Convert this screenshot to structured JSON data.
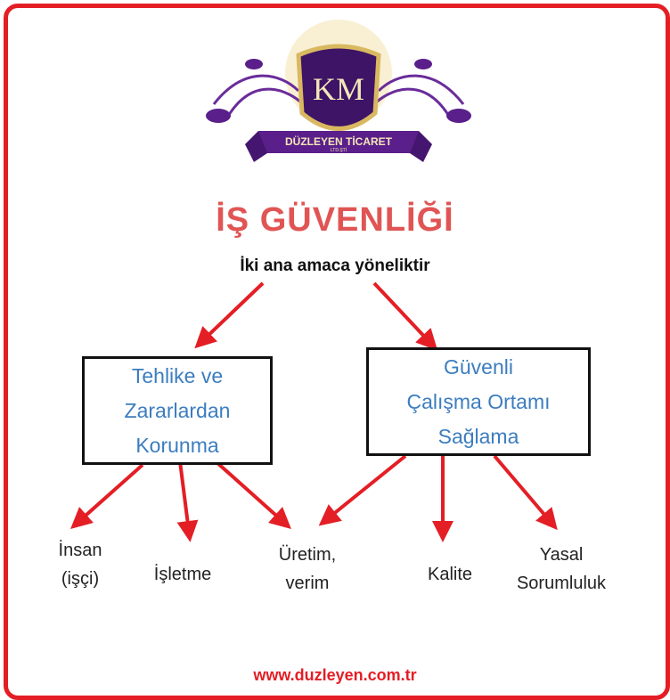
{
  "logo": {
    "monogram": "KM",
    "company": "DÜZLEYEN TİCARET",
    "suffix": "LTD.ŞTİ"
  },
  "title": "İŞ GÜVENLİĞİ",
  "subtitle": "İki ana amaca yöneliktir",
  "goals": [
    {
      "lines": [
        "Tehlike ve",
        "Zararlardan",
        "Korunma"
      ]
    },
    {
      "lines": [
        "Güvenli",
        "Çalışma Ortamı",
        "Sağlama"
      ]
    }
  ],
  "outcomes": [
    {
      "lines": [
        "İnsan",
        "(işçi)"
      ]
    },
    {
      "lines": [
        "İşletme"
      ]
    },
    {
      "lines": [
        "Üretim,",
        "verim"
      ]
    },
    {
      "lines": [
        "Kalite"
      ]
    },
    {
      "lines": [
        "Yasal",
        "Sorumluluk"
      ]
    }
  ],
  "footer": "www.duzleyen.com.tr",
  "colors": {
    "frame": "#e41e25",
    "arrow": "#e41e25",
    "title": "#e05554",
    "box_text": "#3c7dbf",
    "logo_purple": "#5a1f8a",
    "logo_gold": "#d9b860"
  }
}
